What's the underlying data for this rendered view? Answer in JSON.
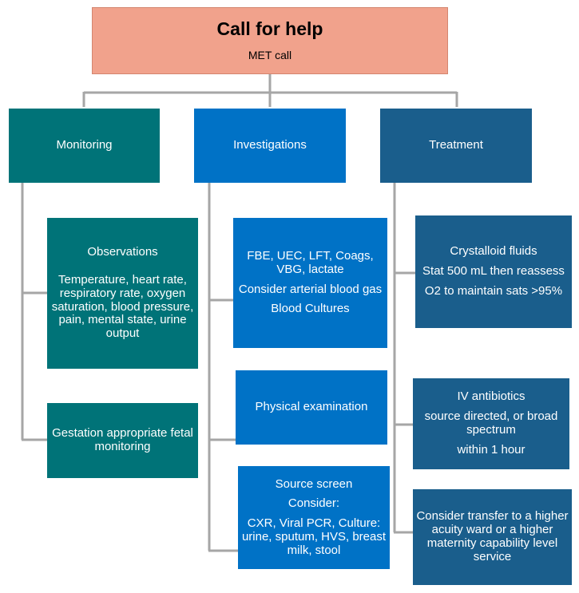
{
  "top": {
    "title": "Call for help",
    "subtitle": "MET call"
  },
  "columns": {
    "monitoring": "Monitoring",
    "investigations": "Investigations",
    "treatment": "Treatment"
  },
  "monitoring": {
    "observations_title": "Observations",
    "observations_text": "Temperature, heart rate, respiratory rate, oxygen saturation, blood pressure, pain, mental state, urine output",
    "fetal": "Gestation appropriate fetal monitoring"
  },
  "investigations": {
    "bloods": "FBE, UEC, LFT, Coags, VBG, lactate",
    "abg": "Consider arterial blood gas",
    "cultures": "Blood Cultures",
    "exam": "Physical examination",
    "source_title": "Source screen",
    "source_consider": "Consider:",
    "source_text": "CXR, Viral PCR, Culture: urine, sputum, HVS, breast milk, stool"
  },
  "treatment": {
    "fluids_title": "Crystalloid fluids",
    "fluids_stat": "Stat 500 mL then reassess",
    "fluids_o2": "O2 to maintain sats >95%",
    "abx_title": "IV antibiotics",
    "abx_source": "source directed, or broad spectrum",
    "abx_time": "within 1 hour",
    "transfer": "Consider transfer to a higher acuity ward or a higher maternity capability level service"
  },
  "colors": {
    "top": "#F1A28C",
    "monitoring": "#007378",
    "investigations": "#0072C6",
    "treatment": "#1A5E8C",
    "connector": "#A6A6A6"
  }
}
